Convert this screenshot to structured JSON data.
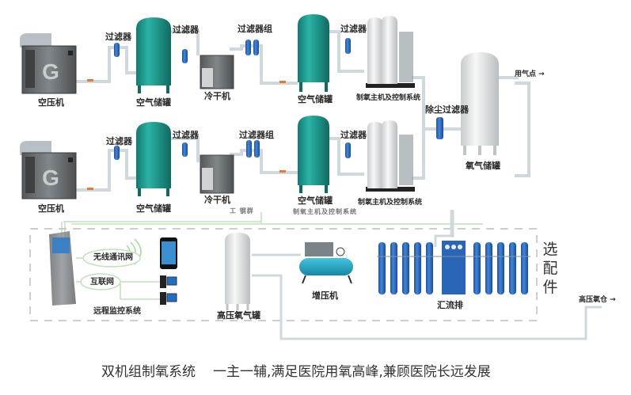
{
  "diagram": {
    "title": "双机组制氧系统",
    "subtitle": "一主一辅,满足医院用氧高峰,兼顾医院长远发展",
    "colors": {
      "air_tank": "#1f9a8e",
      "oxygen_tank": "#e6e8e8",
      "filter": "#3f78c8",
      "pipe": "#cfd8dc",
      "cylinder": "#2f6fc4",
      "booster": "#23a3c3",
      "compressor": "#6d7377",
      "dashed_border": "#bdbdbd",
      "green_line": "#bfe3b8"
    },
    "line1": {
      "compressor": "空压机",
      "filter1": "过滤器",
      "air_tank1": "空气储罐",
      "filter2": "过滤器",
      "dryer": "冷干机",
      "filter_group": "过滤器组",
      "air_tank2": "空气储罐",
      "filter3": "过滤器",
      "generator": "制氧主机及控制系统"
    },
    "line2": {
      "compressor": "空压机",
      "filter1": "过滤器",
      "air_tank1": "空气储罐",
      "filter2": "过滤器",
      "dryer": "冷干机",
      "filter_group": "过滤器组",
      "air_tank2": "空气储罐",
      "filter3": "过滤器",
      "generator": "制氧主机及控制系统",
      "ghost1": "工 钢群",
      "ghost2": "制氧主机及控制系统"
    },
    "right": {
      "dust_filter": "除尘过滤器",
      "oxygen_tank": "氧气储罐",
      "gas_point": "用气点 →"
    },
    "optional": {
      "label": "选配件",
      "chars": [
        "选",
        "配",
        "件"
      ],
      "wireless": "无线通讯网",
      "internet": "互联网",
      "remote": "远程监控系统",
      "hp_tank": "高压氧气罐",
      "booster": "增压机",
      "manifold": "汇流排",
      "hp_chamber": "高压氧仓 →"
    }
  }
}
